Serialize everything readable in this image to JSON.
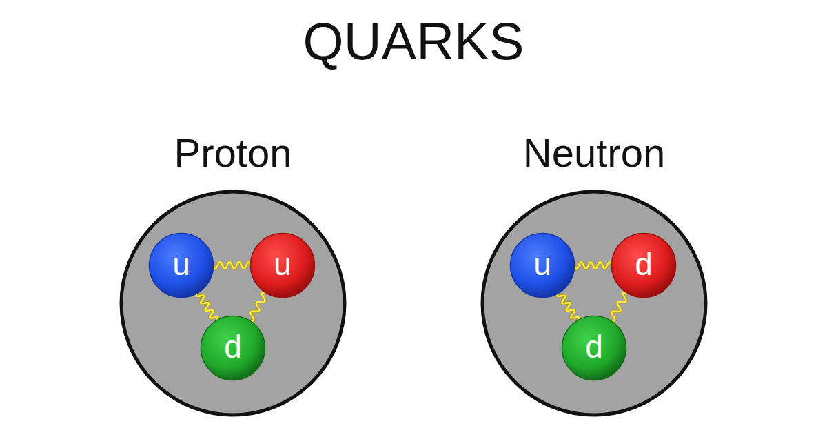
{
  "diagram": {
    "title": "QUARKS",
    "nodes": [
      {
        "text": [
          "Proton"
        ]
      },
      {
        "text": [
          "u"
        ],
        "in": 0
      },
      {
        "text": [
          "u"
        ],
        "in": 0
      },
      {
        "text": [
          "d"
        ],
        "in": 0
      },
      {
        "text": [
          "Neutron"
        ]
      },
      {
        "text": [
          "u"
        ],
        "in": 4
      },
      {
        "text": [
          "d"
        ],
        "in": 4
      },
      {
        "text": [
          "d"
        ],
        "in": 4
      }
    ],
    "edges": [
      {
        "from": 1,
        "to": 2,
        "arrow": "none"
      },
      {
        "from": 1,
        "to": 3,
        "arrow": "none"
      },
      {
        "from": 2,
        "to": 3,
        "arrow": "none"
      },
      {
        "from": 5,
        "to": 6,
        "arrow": "none"
      },
      {
        "from": 5,
        "to": 7,
        "arrow": "none"
      },
      {
        "from": 6,
        "to": 7,
        "arrow": "none"
      }
    ]
  }
}
